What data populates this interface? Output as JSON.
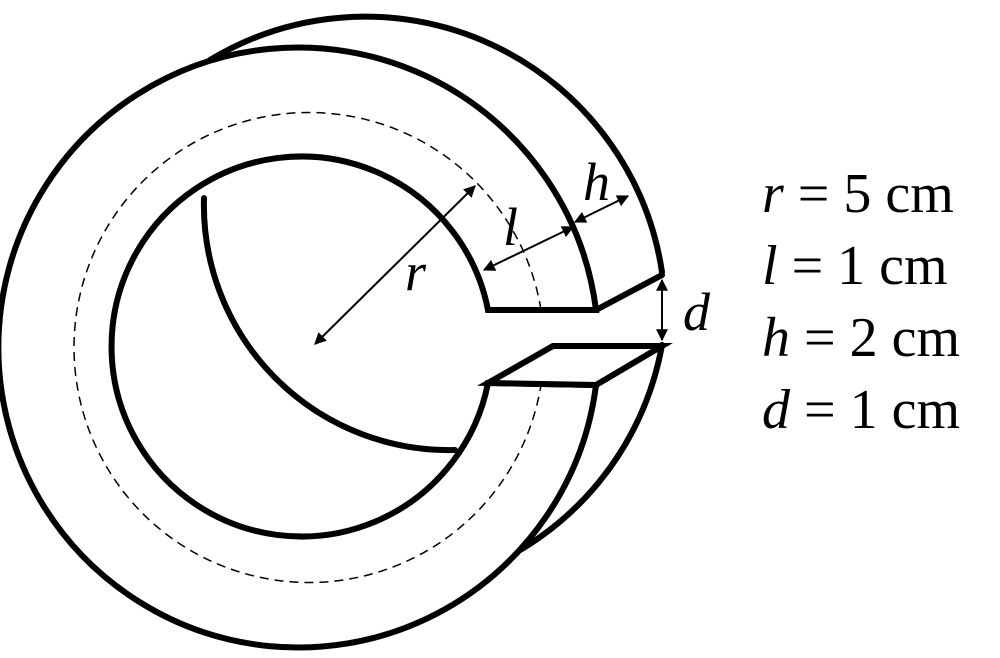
{
  "labels": {
    "r": "r",
    "l": "l",
    "h": "h",
    "d": "d"
  },
  "legend": [
    {
      "var": "r",
      "eq": " = ",
      "value": "5 cm"
    },
    {
      "var": "l",
      "eq": " = ",
      "value": "1 cm"
    },
    {
      "var": "h",
      "eq": " = ",
      "value": "2 cm"
    },
    {
      "var": "d",
      "eq": " = ",
      "value": "1 cm"
    }
  ],
  "colors": {
    "line": "#000000",
    "background": "#ffffff"
  }
}
